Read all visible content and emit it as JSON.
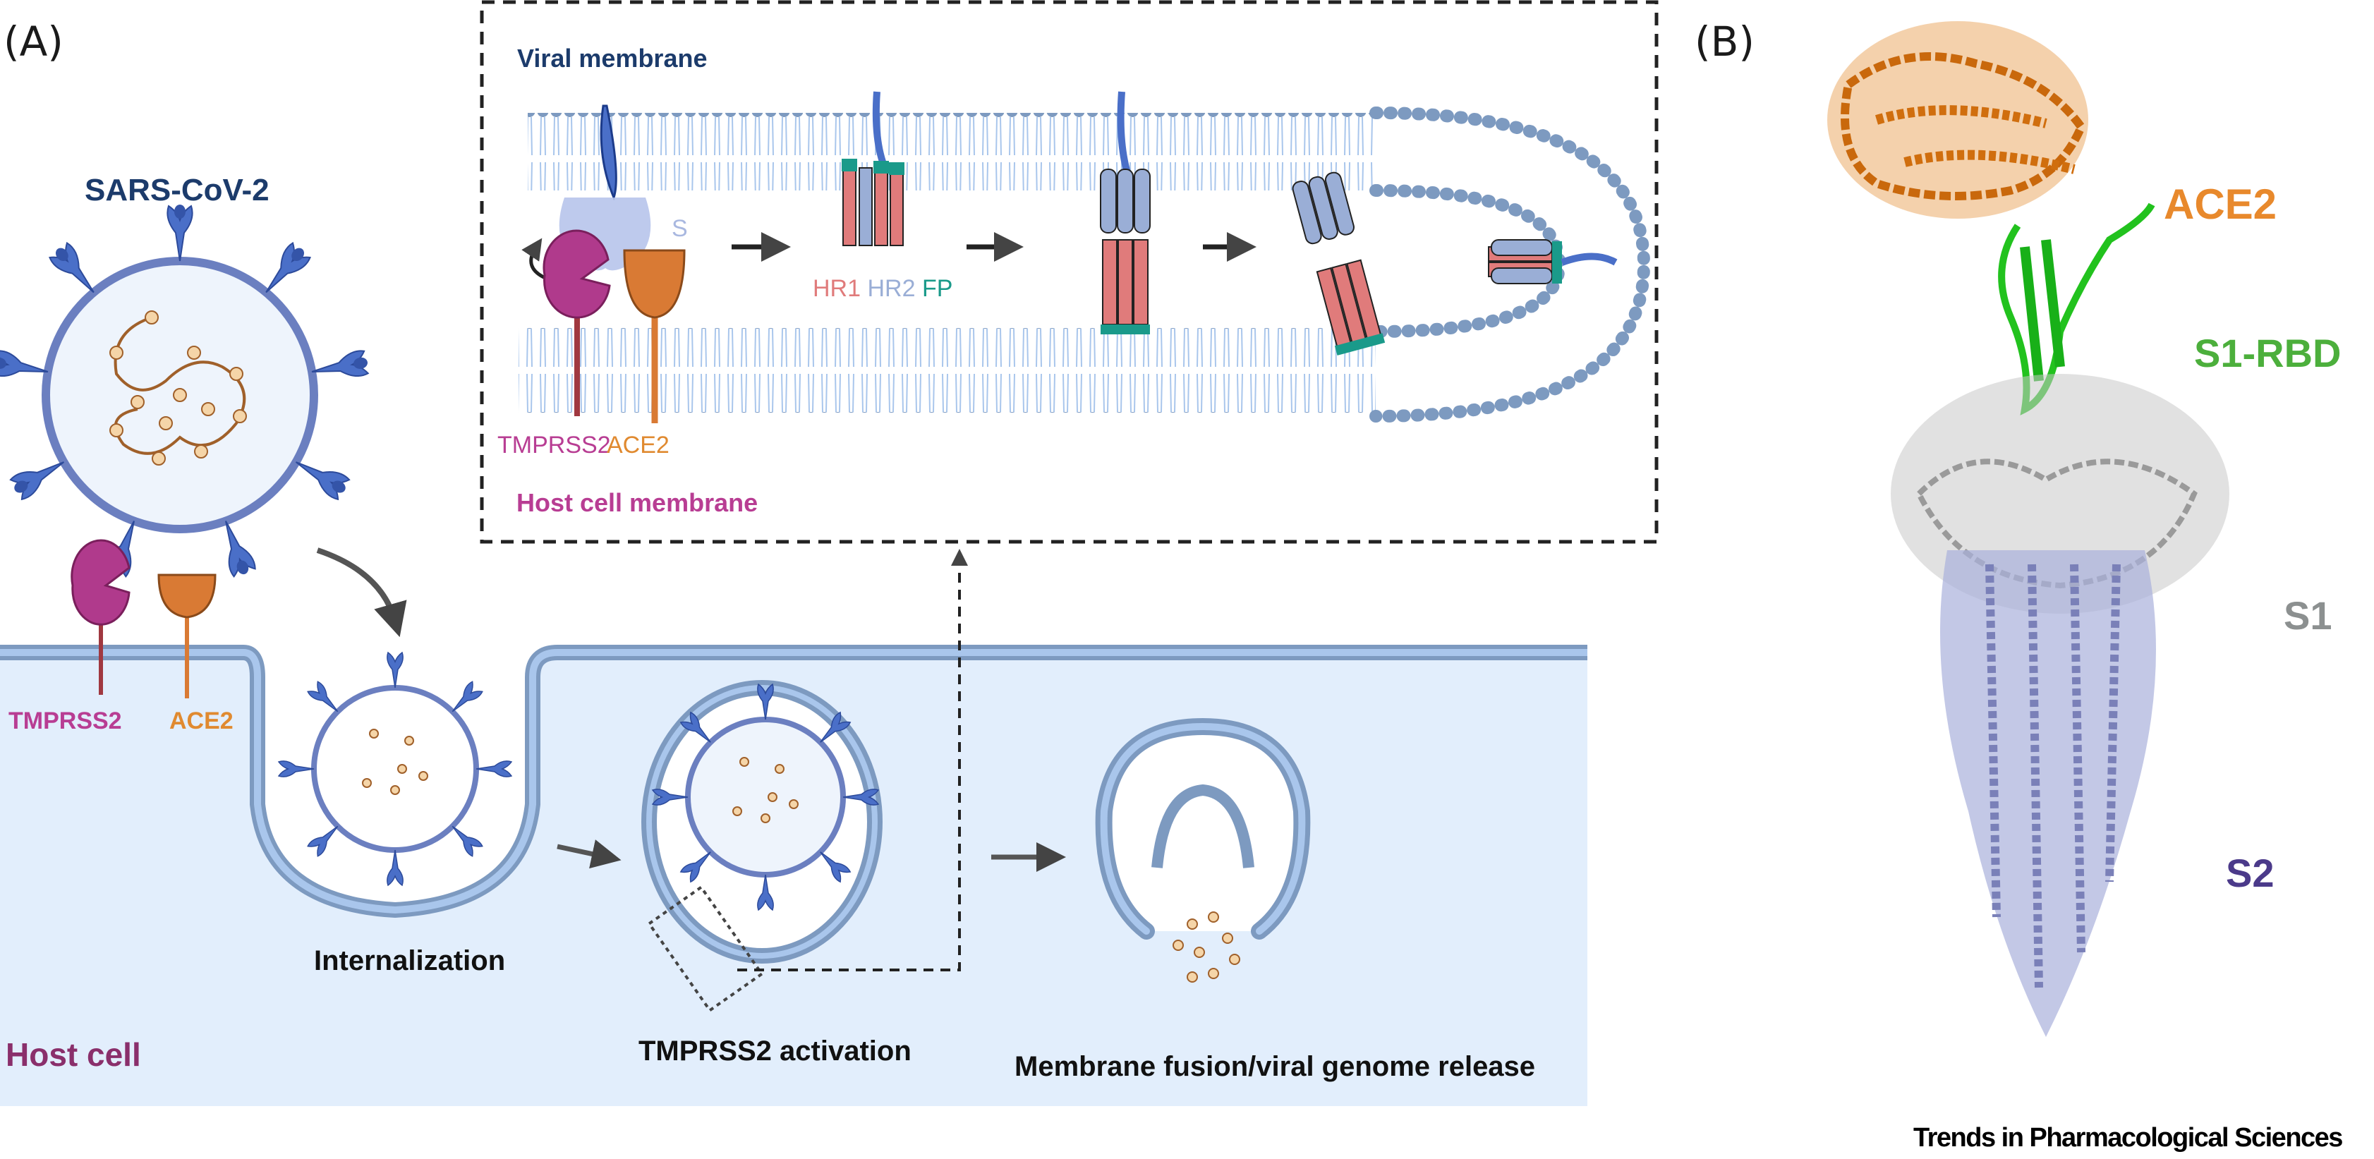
{
  "panels": {
    "a": {
      "label": "(A)"
    },
    "b": {
      "label": "(B)"
    }
  },
  "panel_a": {
    "virus_label": "SARS-CoV-2",
    "host_cell_label": "Host cell",
    "receptors": {
      "tmprss2": "TMPRSS2",
      "ace2": "ACE2"
    },
    "steps": [
      {
        "label": "Internalization"
      },
      {
        "label": "TMPRSS2 activation"
      },
      {
        "label": "Membrane fusion/viral genome release"
      }
    ],
    "inset": {
      "viral_membrane_label": "Viral membrane",
      "host_membrane_label": "Host cell membrane",
      "spike_label": "S",
      "legend": [
        {
          "label": "HR1",
          "color": "#e07b7b"
        },
        {
          "label": "HR2",
          "color": "#9aaed6"
        },
        {
          "label": "FP",
          "color": "#1a9a8a"
        }
      ],
      "receptors": {
        "tmprss2": "TMPRSS2",
        "ace2": "ACE2"
      }
    }
  },
  "panel_b": {
    "labels": [
      {
        "text": "ACE2",
        "color": "#e8892c"
      },
      {
        "text": "S1-RBD",
        "color": "#4caf3c"
      },
      {
        "text": "S1",
        "color": "#8c9090"
      },
      {
        "text": "S2",
        "color": "#4b3a8a"
      }
    ]
  },
  "colors": {
    "spike": "#4a6fc8",
    "tmprss2": "#b03a8c",
    "ace2": "#d97a34",
    "membrane_outer": "#7d9ac0",
    "membrane_inner": "#a9c6ec",
    "cell_fill": "#e2eefc",
    "virus_label": "#1c3b6b",
    "host_cell_label": "#8a2f6b",
    "host_membrane_label": "#b83d93",
    "rna": "#a0602a",
    "rna_bead": "#f5d5a8"
  },
  "footer": {
    "journal": "Trends in Pharmacological Sciences"
  }
}
